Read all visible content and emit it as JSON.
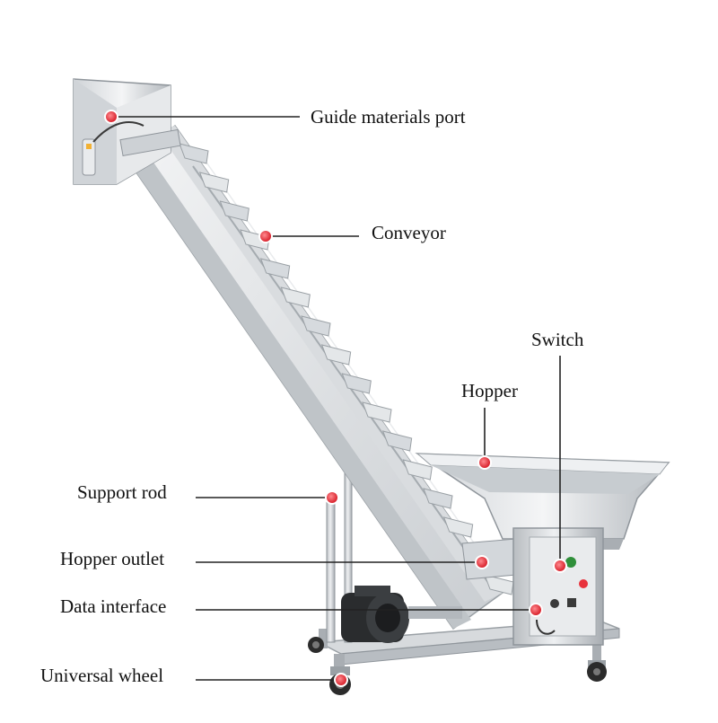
{
  "labels": {
    "guide_materials_port": "Guide materials port",
    "conveyor": "Conveyor",
    "switch": "Switch",
    "hopper": "Hopper",
    "support_rod": "Support rod",
    "hopper_outlet": "Hopper outlet",
    "data_interface": "Data interface",
    "universal_wheel": "Universal wheel"
  },
  "colors": {
    "marker": "#e8323c",
    "leader_line": "#222222",
    "steel_light": "#e6e8ea",
    "steel_mid": "#c4c8cc",
    "steel_dark": "#8f959b",
    "motor": "#2a2c2e"
  }
}
